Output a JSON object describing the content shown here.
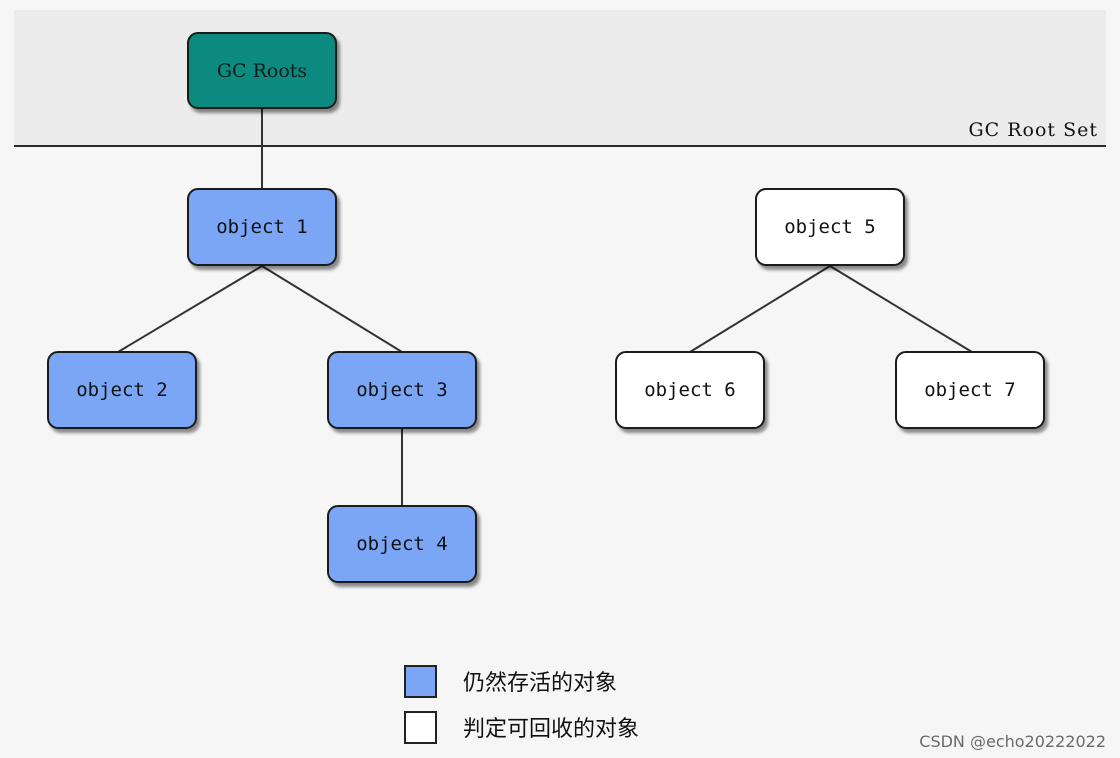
{
  "root_set": {
    "label": "GC Root Set"
  },
  "nodes": {
    "gc_roots": {
      "label": "GC Roots",
      "status": "root"
    },
    "object1": {
      "label": "object 1",
      "status": "live"
    },
    "object2": {
      "label": "object 2",
      "status": "live"
    },
    "object3": {
      "label": "object 3",
      "status": "live"
    },
    "object4": {
      "label": "object 4",
      "status": "live"
    },
    "object5": {
      "label": "object 5",
      "status": "dead"
    },
    "object6": {
      "label": "object 6",
      "status": "dead"
    },
    "object7": {
      "label": "object 7",
      "status": "dead"
    }
  },
  "edges": [
    [
      "gc_roots",
      "object1"
    ],
    [
      "object1",
      "object2"
    ],
    [
      "object1",
      "object3"
    ],
    [
      "object3",
      "object4"
    ],
    [
      "object5",
      "object6"
    ],
    [
      "object5",
      "object7"
    ]
  ],
  "legend": {
    "live": {
      "label": "仍然存活的对象",
      "color": "#7aa6f5"
    },
    "dead": {
      "label": "判定可回收的对象",
      "color": "#ffffff"
    }
  },
  "colors": {
    "root": "#0d8a80",
    "live": "#7aa6f5",
    "dead": "#ffffff"
  },
  "watermark": "CSDN @echo20222022"
}
